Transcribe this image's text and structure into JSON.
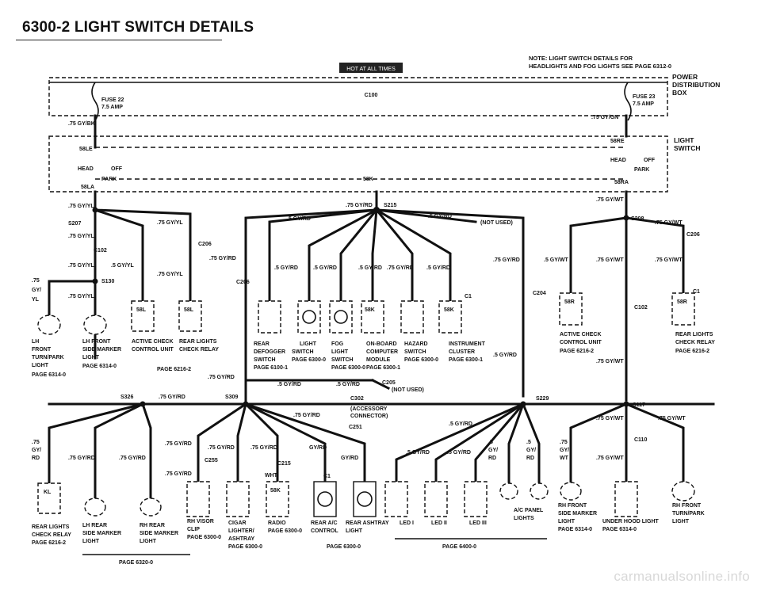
{
  "page": {
    "title": "6300-2 LIGHT SWITCH DETAILS",
    "hot_at_all_times": "HOT AT ALL TIMES",
    "note_line1": "NOTE: LIGHT SWITCH DETAILS FOR",
    "note_line2": "HEADLIGHTS AND FOG LIGHTS SEE PAGE 6312-0",
    "power_dist_box": "POWER DISTRIBUTION BOX",
    "light_switch": "LIGHT SWITCH",
    "fuse22": "FUSE 22",
    "fuse22_amp": "7.5 AMP",
    "fuse23": "FUSE 23",
    "fuse23_amp": "7.5 AMP",
    "c100": "C100",
    "footer_page": "PAGE 6320-0",
    "watermark": "carmanualsonline.info"
  },
  "wires": {
    "gy_bk": ".75 GY/BK",
    "gy_gn": ".75 GY/GN",
    "gy_yl": ".75 GY/YL",
    "gy_rd": ".75 GY/RD",
    "gy_wt": ".75 GY/WT",
    "gy_rd_5": ".5 GY/RD",
    "gy_yl_5": ".5 GY/YL",
    "gy_wt_5": ".5 GY/WT"
  },
  "splices": {
    "s207": "S207",
    "s215": "S215",
    "s208": "S208",
    "s130": "S130",
    "s326": "S326",
    "s309": "S309",
    "s229": "S229",
    "s117": "S117"
  },
  "connectors": {
    "c206": "C206",
    "c102": "C102",
    "c1": "C1",
    "c204": "C204",
    "c205": "C205",
    "c302": "C302",
    "c251": "C251",
    "c255": "C255",
    "c215": "C215",
    "c110": "C110"
  },
  "labels": {
    "not_used": "(NOT USED)",
    "accessory": "(ACCESSORY CONNECTOR)",
    "lh_front_turn": "LH FRONT TURN/PARK LIGHT",
    "lh_front_turn_page": "PAGE 6314-0",
    "lh_front_side": "LH FRONT SIDE MARKER LIGHT",
    "lh_front_side_page": "PAGE 6314-0",
    "active_check": "ACTIVE CHECK CONTROL UNIT",
    "rear_lights_relay": "REAR LIGHTS CHECK RELAY",
    "page_6216": "PAGE 6216-2",
    "rear_defogger": "REAR DEFOGGER SWITCH",
    "rear_defogger_page": "PAGE 6100-1",
    "light_switch_lbl": "LIGHT SWITCH",
    "page_6300": "PAGE 6300-0",
    "fog_light": "FOG LIGHT SWITCH",
    "onboard": "ON-BOARD COMPUTER MODULE",
    "onboard_page": "PAGE 6300-1",
    "hazard": "HAZARD SWITCH",
    "hazard_page": "PAGE 6300-0",
    "instrument": "INSTRUMENT CLUSTER",
    "instrument_page": "PAGE 6300-1",
    "active_check_r": "ACTIVE CHECK CONTROL UNIT",
    "rear_lights_relay_r": "REAR LIGHTS CHECK RELAY",
    "rear_lights_relay_bl": "REAR LIGHTS CHECK RELAY",
    "lh_rear": "LH REAR SIDE MARKER LIGHT",
    "rh_rear": "RH REAR SIDE MARKER LIGHT",
    "rh_visor": "RH VISOR CLIP",
    "cigar": "CIGAR LIGHTER/ ASHTRAY",
    "cigar_page": "PAGE 6300-0",
    "radio": "RADIO",
    "radio_page": "PAGE 6300-0",
    "rear_ac": "REAR A/C CONTROL",
    "rear_ashtray": "REAR ASHTRAY LIGHT",
    "rear_page": "PAGE 6300-0",
    "led1": "LED I",
    "led2": "LED II",
    "led3": "LED III",
    "led_page": "PAGE 6400-0",
    "ac_panel": "A/C PANEL LIGHTS",
    "rh_front_side": "RH FRONT SIDE MARKER LIGHT",
    "rh_front_page": "PAGE 6314-0",
    "underhood": "UNDER HOOD LIGHT",
    "underhood_page": "PAGE 6314-0",
    "rh_front_turn": "RH FRONT TURN/PARK LIGHT"
  }
}
